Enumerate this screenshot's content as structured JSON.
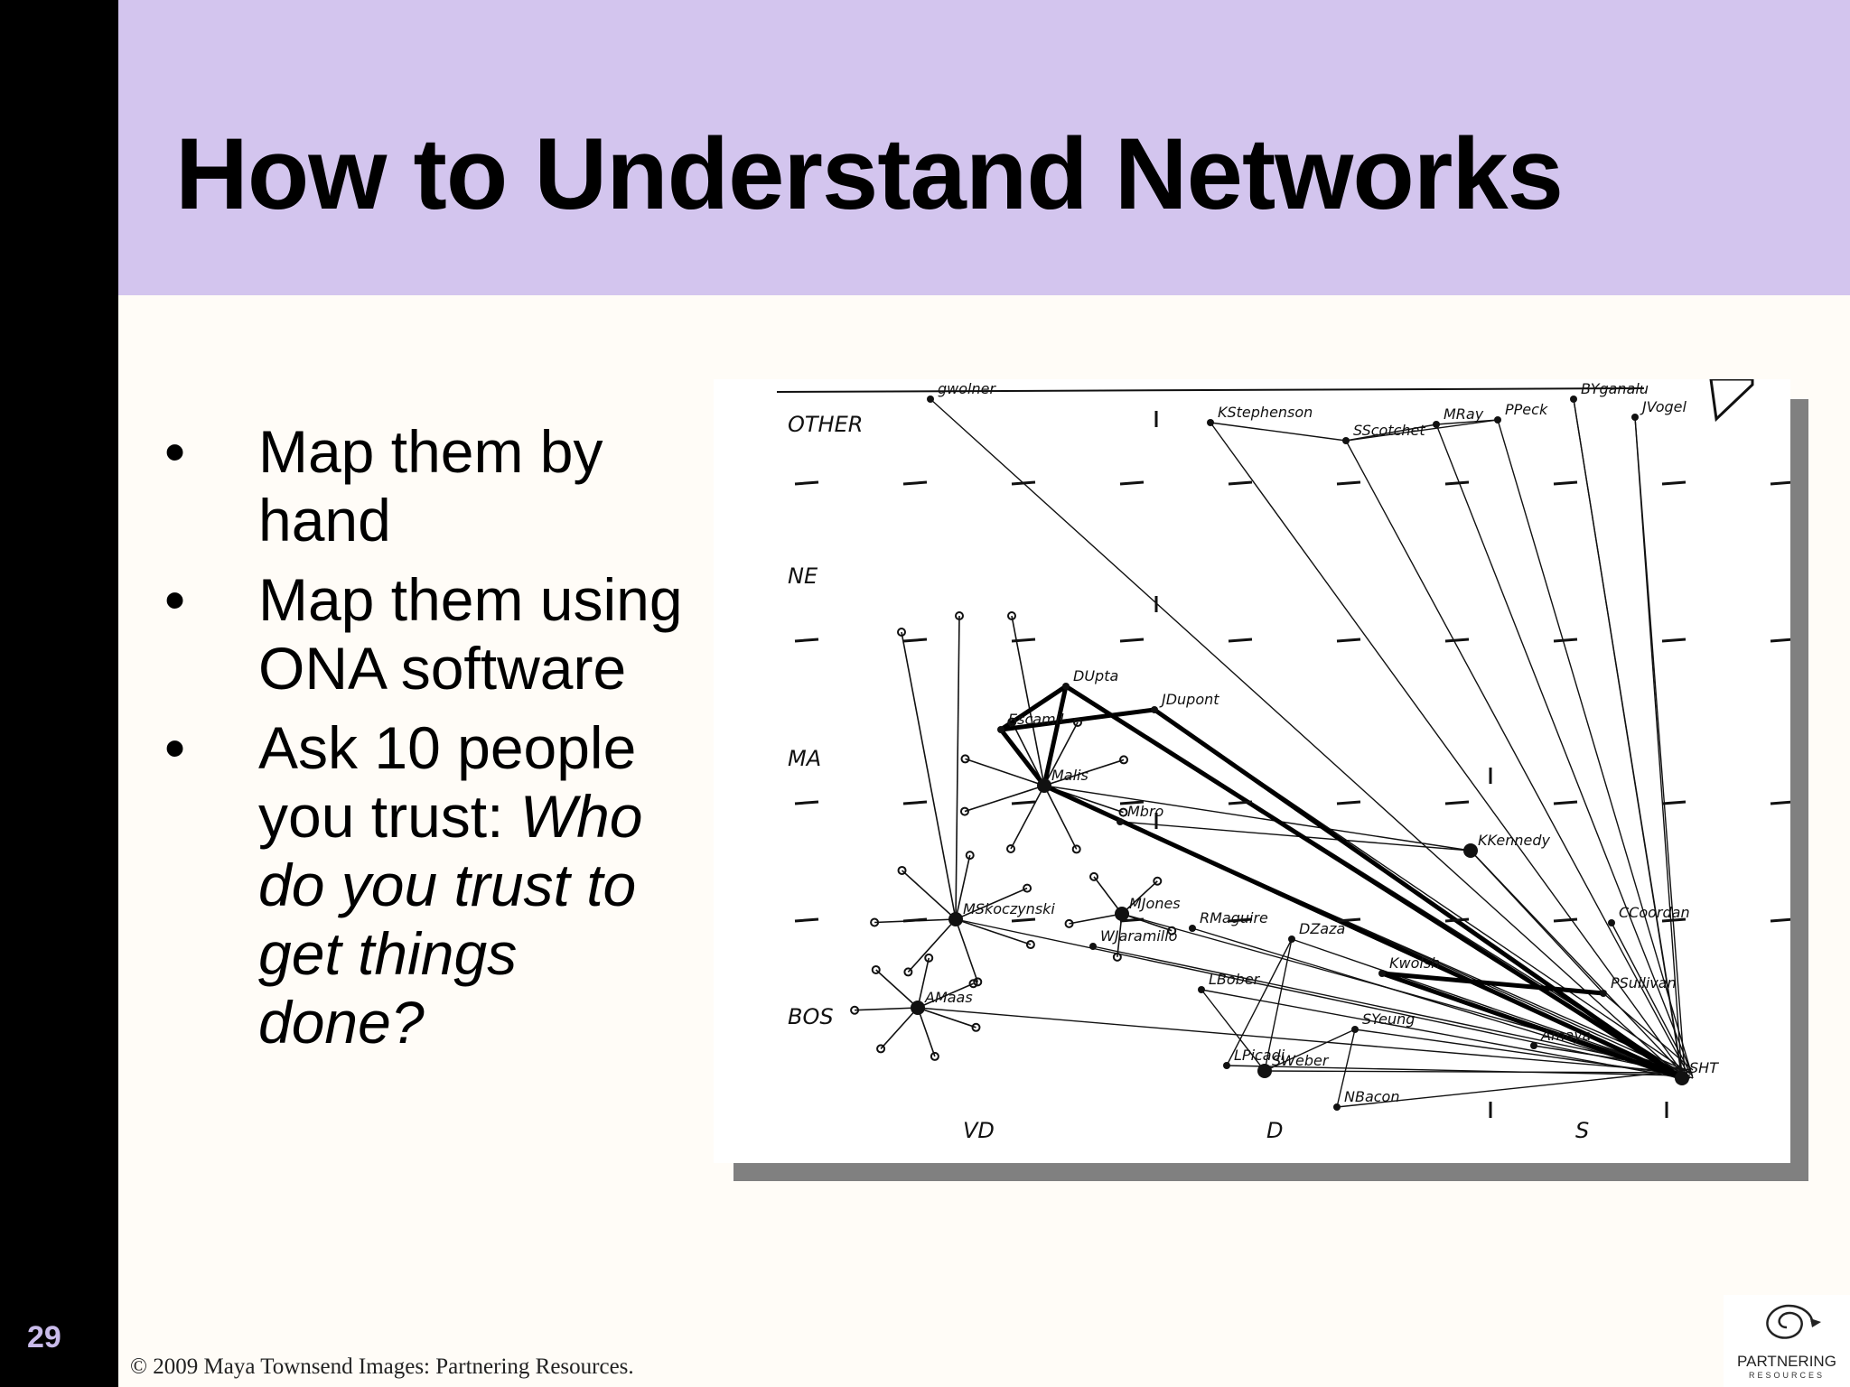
{
  "slide": {
    "number": "29",
    "title": "How to Understand Networks"
  },
  "bullets": [
    {
      "marker": "•",
      "text": "Map them by hand",
      "italic": ""
    },
    {
      "marker": "•",
      "text": "Map them using ONA software",
      "italic": ""
    },
    {
      "marker": "•",
      "text": "Ask 10 people you trust: ",
      "italic": "Who do you trust to get things done?"
    }
  ],
  "network_sketch": {
    "row_labels": [
      "OTHER",
      "NE",
      "MA",
      "BOS"
    ],
    "column_labels": [
      "VD",
      "D",
      "S"
    ],
    "names": [
      "gwolner",
      "KStephenson",
      "SScotchet",
      "MRay",
      "PPeck",
      "BYganalu",
      "JVogel",
      "Escamil",
      "DUpta",
      "JDupont",
      "Malis",
      "Mbro",
      "KKennedy",
      "MSkoczynski",
      "MJones",
      "WJaramillo",
      "RMaguire",
      "DZaza",
      "CCoordan",
      "PSullivan",
      "LBober",
      "SYeung",
      "AMaas",
      "Amaya",
      "Kwolsh",
      "LPicadi",
      "SWeber",
      "NBacon",
      "SHT"
    ]
  },
  "footer": {
    "copyright": "© 2009 Maya Townsend  Images: Partnering Resources."
  },
  "logo": {
    "name": "PARTNERING",
    "sub": "RESOURCES"
  },
  "colors": {
    "title_band": "#d3c5ee",
    "left_bar": "#000000",
    "slide_number": "#c9bbea",
    "background": "#fffcf7"
  }
}
